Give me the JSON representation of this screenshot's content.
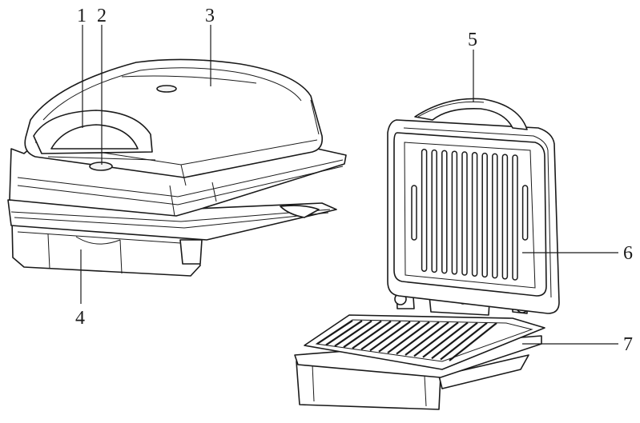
{
  "figure": {
    "callouts": [
      "1",
      "2",
      "3",
      "4",
      "5",
      "6",
      "7"
    ]
  }
}
